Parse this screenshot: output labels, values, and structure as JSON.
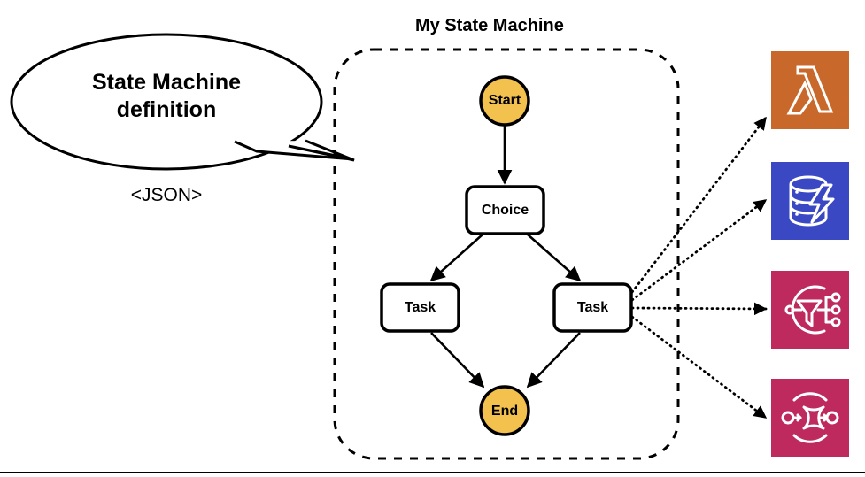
{
  "diagram": {
    "type": "flowchart",
    "title": "My State Machine",
    "background": "#ffffff"
  },
  "callout": {
    "name": "state-machine-definition-callout",
    "line1": "State Machine",
    "line2": "definition",
    "caption": "<JSON>",
    "shape": "speech-balloon-ellipse",
    "stroke": "#000000",
    "fill": "#ffffff"
  },
  "state_machine": {
    "title": "My State Machine",
    "container": {
      "name": "state-machine-boundary",
      "style": "dashed-rounded-rect",
      "stroke": "#000000"
    },
    "nodes": [
      {
        "id": "start",
        "label": "Start",
        "shape": "circle",
        "fill": "#F2C14E",
        "stroke": "#000000"
      },
      {
        "id": "choice",
        "label": "Choice",
        "shape": "rounded-rect",
        "fill": "#ffffff",
        "stroke": "#000000"
      },
      {
        "id": "task-left",
        "label": "Task",
        "shape": "rounded-rect",
        "fill": "#ffffff",
        "stroke": "#000000"
      },
      {
        "id": "task-right",
        "label": "Task",
        "shape": "rounded-rect",
        "fill": "#ffffff",
        "stroke": "#000000"
      },
      {
        "id": "end",
        "label": "End",
        "shape": "circle",
        "fill": "#F2C14E",
        "stroke": "#000000"
      }
    ],
    "edges": [
      {
        "from": "start",
        "to": "choice",
        "style": "solid-arrow"
      },
      {
        "from": "choice",
        "to": "task-left",
        "style": "solid-arrow"
      },
      {
        "from": "choice",
        "to": "task-right",
        "style": "solid-arrow"
      },
      {
        "from": "task-left",
        "to": "end",
        "style": "solid-arrow"
      },
      {
        "from": "task-right",
        "to": "end",
        "style": "solid-arrow"
      }
    ]
  },
  "services": [
    {
      "id": "lambda",
      "icon": "aws-lambda-icon",
      "color": "#C8682A"
    },
    {
      "id": "dynamodb",
      "icon": "aws-dynamodb-icon",
      "color": "#3A48C4"
    },
    {
      "id": "eventbridge",
      "icon": "aws-eventbridge-icon",
      "color": "#BF2A5E"
    },
    {
      "id": "sqs",
      "icon": "aws-sqs-icon",
      "color": "#BF2A5E"
    }
  ],
  "integration_edges": {
    "from": "task-right",
    "style": "dotted-arrow",
    "targets": [
      "lambda",
      "dynamodb",
      "eventbridge",
      "sqs"
    ]
  },
  "footer_rule": {
    "name": "bottom-divider",
    "color": "#000000"
  }
}
